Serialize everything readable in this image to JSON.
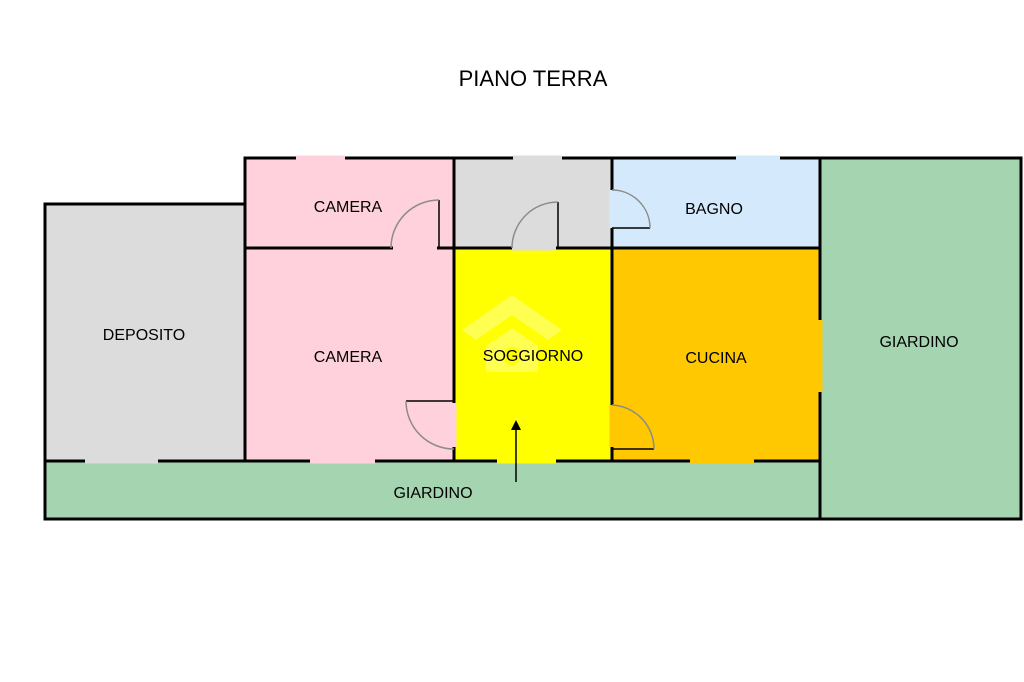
{
  "title": "PIANO TERRA",
  "rooms": {
    "deposito": {
      "label": "DEPOSITO",
      "color": "#dcdcdc"
    },
    "camera_top": {
      "label": "CAMERA",
      "color": "#ffd1dc"
    },
    "camera_main": {
      "label": "CAMERA",
      "color": "#ffd1dc"
    },
    "disimpegno": {
      "label": "",
      "color": "#dcdcdc"
    },
    "bagno": {
      "label": "BAGNO",
      "color": "#d4eafc"
    },
    "soggiorno": {
      "label": "SOGGIORNO",
      "color": "#ffff00"
    },
    "cucina": {
      "label": "CUCINA",
      "color": "#ffc800"
    },
    "giardino_bottom": {
      "label": "GIARDINO",
      "color": "#a5d4b0"
    },
    "giardino_right": {
      "label": "GIARDINO",
      "color": "#a5d4b0"
    }
  },
  "colors": {
    "wall": "#000000",
    "door_arc": "#8c8c8c"
  },
  "icons": {
    "entrance": "up-arrow-icon",
    "watermark": "house-watermark-icon"
  }
}
